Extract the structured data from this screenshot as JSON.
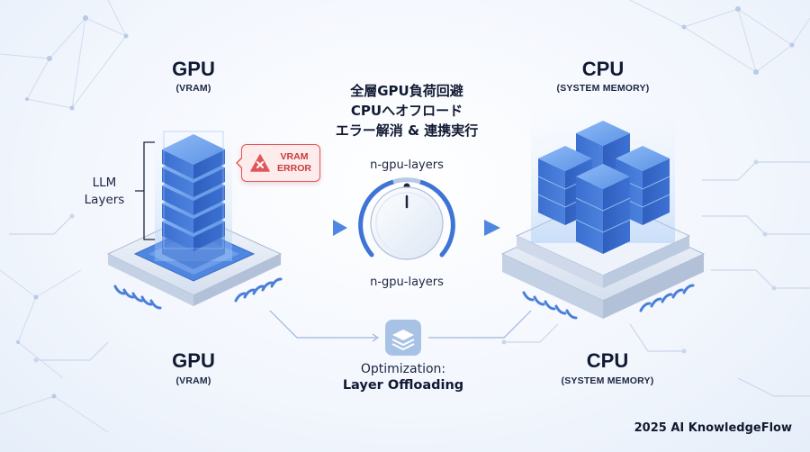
{
  "left": {
    "title": "GPU",
    "subtitle": "(VRAM)",
    "layers_label_line1": "LLM",
    "layers_label_line2": "Layers"
  },
  "error_badge": {
    "line1": "VRAM",
    "line2": "ERROR",
    "icon": "warning-x-icon",
    "color": "#e2565a"
  },
  "center": {
    "heading_lines": [
      "全層GPU負荷回避",
      "CPUへオフロード",
      "エラー解消 & 連携実行"
    ],
    "knob_label_top": "n-gpu-layers",
    "knob_label_bottom": "n-gpu-layers",
    "optimization_label": "Optimization:",
    "optimization_value": "Layer Offloading",
    "optimization_icon": "layers-icon"
  },
  "right": {
    "title": "CPU",
    "subtitle": "(SYSTEM MEMORY)"
  },
  "bottom_left": {
    "title": "GPU",
    "subtitle": "(VRAM)"
  },
  "bottom_right": {
    "title": "CPU",
    "subtitle": "(SYSTEM MEMORY)"
  },
  "footer": {
    "credit": "2025 AI KnowledgeFlow"
  },
  "colors": {
    "accent": "#3d74d6",
    "chip_blue": "#4f86e0",
    "error_red": "#e2565a"
  }
}
